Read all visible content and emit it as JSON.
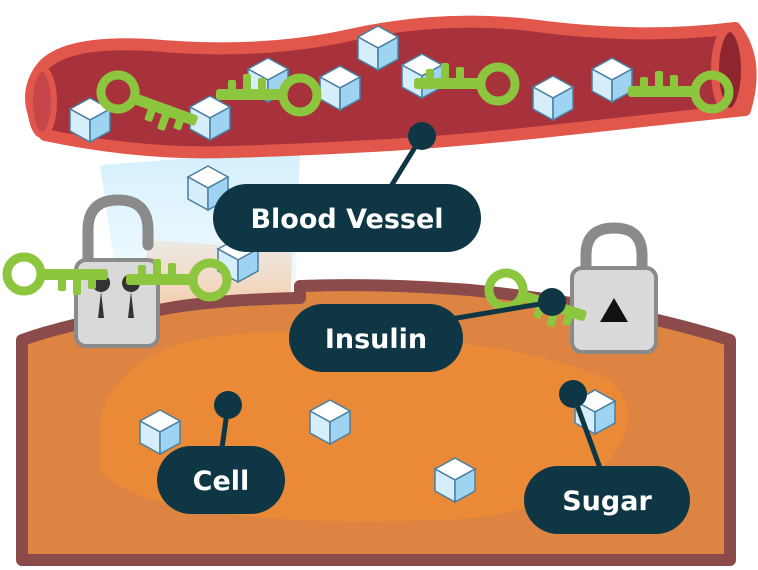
{
  "labels": {
    "blood_vessel": "Blood Vessel",
    "insulin": "Insulin",
    "cell": "Cell",
    "sugar": "Sugar"
  },
  "colors": {
    "vessel_outer": "#e2574c",
    "vessel_inner": "#a8323b",
    "vessel_lumen_dark": "#8e2630",
    "cell_membrane": "#8a4b4a",
    "cell_body": "#dd8443",
    "cell_inner": "#ea8a37",
    "label_bg": "#0e3645",
    "key_green": "#8cc63f",
    "key_stroke": "#6fa52e",
    "lock_body": "#d9d9d9",
    "lock_shackle": "#8a8a8a",
    "sugar_cube_light": "#ffffff",
    "sugar_cube_blue": "#bfe3f7"
  },
  "icons": {
    "key": "key-icon",
    "lock_open": "open-padlock-icon",
    "lock_closed": "closed-padlock-icon",
    "sugar": "sugar-cube-icon"
  }
}
